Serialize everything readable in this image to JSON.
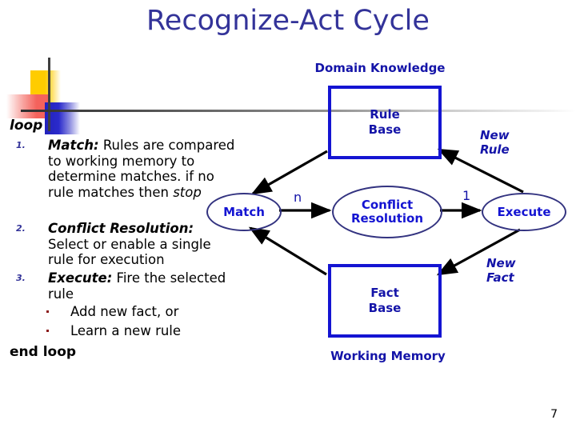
{
  "slide": {
    "title": "Recognize-Act Cycle",
    "page_number": "7",
    "title_color": "#333399",
    "accent_blue": "#1414D2",
    "text_blue": "#1414A8",
    "ellipse_stroke": "#333380",
    "bullet_color": "#8B1A1A"
  },
  "body": {
    "loop_keyword": "loop",
    "end_keyword": "end loop",
    "steps": [
      {
        "number": "1.",
        "term": "Match:",
        "text": " Rules are compared to working memory to determine matches. if no rule matches then ",
        "emphasis": "stop"
      },
      {
        "number": "2.",
        "term": "Conflict Resolution:",
        "text": " Select or enable a single rule for execution",
        "emphasis": ""
      },
      {
        "number": "3.",
        "term": "Execute:",
        "text": " Fire the selected rule",
        "emphasis": ""
      }
    ],
    "sub_bullets": [
      "Add new fact, or",
      "Learn a new rule"
    ]
  },
  "diagram": {
    "domain_knowledge_label": "Domain Knowledge",
    "working_memory_label": "Working Memory",
    "rule_base": "Rule\nBase",
    "rule_base_line1": "Rule",
    "rule_base_line2": "Base",
    "fact_base_line1": "Fact",
    "fact_base_line2": "Base",
    "match_node": "Match",
    "conflict_node_line1": "Conflict",
    "conflict_node_line2": "Resolution",
    "execute_node": "Execute",
    "edge_label_n": "n",
    "edge_label_1": "1",
    "new_rule_line1": "New",
    "new_rule_line2": "Rule",
    "new_fact_line1": "New",
    "new_fact_line2": "Fact"
  }
}
